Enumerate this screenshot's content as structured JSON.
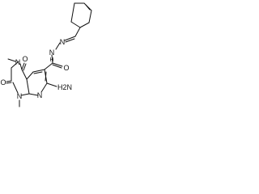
{
  "molecule": {
    "atom_labels": {
      "oxygen_top": "O",
      "n_methyl_top": "N",
      "methyl_top": "",
      "oxygen_left": "O",
      "n_methyl_bottom": "N",
      "methyl_bottom": "",
      "ring_nitrogen": "N",
      "amide_oxygen": "O",
      "amide_nh": "N",
      "amide_h": "H",
      "hydrazone_n": "N",
      "amino_h2": "H2N"
    }
  }
}
